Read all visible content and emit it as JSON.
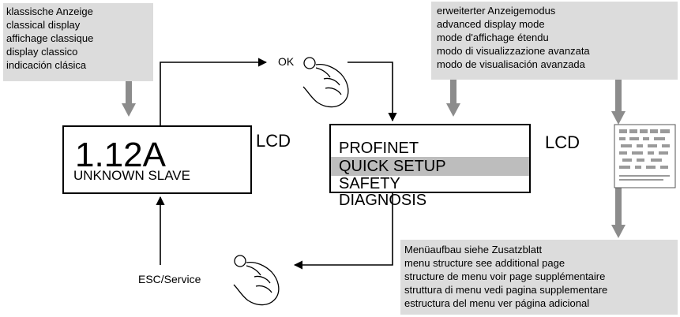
{
  "classic_note": {
    "lines": [
      "klassische Anzeige",
      "classical display",
      "affichage classique",
      "display classico",
      "indicación clásica"
    ]
  },
  "advanced_note": {
    "lines": [
      "erweiterter Anzeigemodus",
      "advanced display mode",
      "mode d'affichage étendu",
      "modo di visualizzazione avanzata",
      "modo de visualisación avanzada"
    ]
  },
  "menu_note": {
    "lines": [
      "Menüaufbau siehe Zusatzblatt",
      "menu structure see additional page",
      "structure de menu voir page supplémentaire",
      "struttura di menu vedi pagina supplementare",
      "estructura del menu ver página adicional"
    ]
  },
  "classic_display": {
    "value": "1.12A",
    "status": "UNKNOWN SLAVE",
    "label": "LCD"
  },
  "advanced_display": {
    "label": "LCD",
    "items": [
      "PROFINET",
      "QUICK SETUP",
      "SAFETY",
      "DIAGNOSIS"
    ],
    "selected_index": 1
  },
  "buttons": {
    "ok": "OK",
    "esc": "ESC/Service"
  },
  "colors": {
    "note_bg": "#dcdcdc",
    "selection": "#bdbdbd",
    "arrow_gray": "#8c8c8c"
  }
}
